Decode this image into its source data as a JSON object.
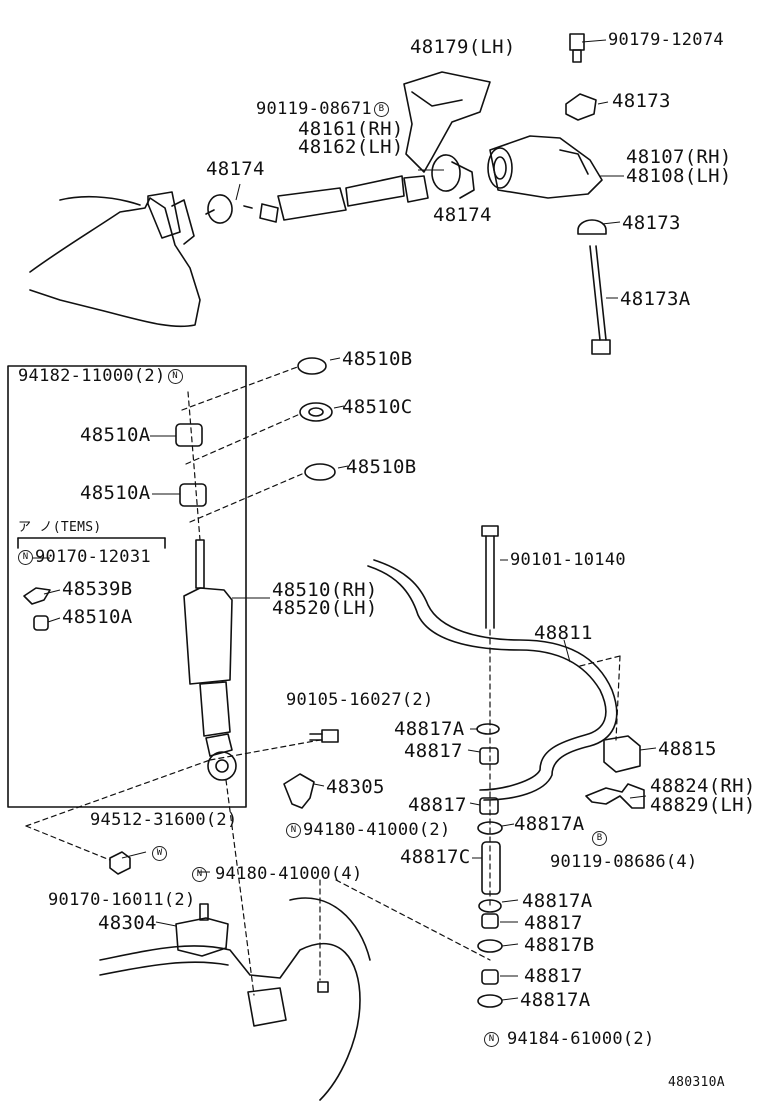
{
  "diagram_id": "480310A",
  "tems": {
    "header": "ア ノ(TEMS)"
  },
  "badges": {
    "n": "N",
    "b": "B",
    "w": "W"
  },
  "labels": {
    "p48179": "48179(LH)",
    "p90179": "90179-12074",
    "p90119a": "90119-08671",
    "p48161": "48161(RH)",
    "p48162": "48162(LH)",
    "p48173a": "48173",
    "p48107": "48107(RH)",
    "p48108": "48108(LH)",
    "p48174a": "48174",
    "p48174b": "48174",
    "p48173b": "48173",
    "p48173A": "48173A",
    "p48510B1": "48510B",
    "p94182": "94182-11000(2)",
    "p48510C": "48510C",
    "p48510A1": "48510A",
    "p48510B2": "48510B",
    "p48510A2": "48510A",
    "p90170a": "90170-12031",
    "p48539B": "48539B",
    "p48510A3": "48510A",
    "p48510": "48510(RH)",
    "p48520": "48520(LH)",
    "p90101": "90101-10140",
    "p48811": "48811",
    "p90105": "90105-16027(2)",
    "p48817A1": "48817A",
    "p48817a": "48817",
    "p48815": "48815",
    "p48305": "48305",
    "p48824": "48824(RH)",
    "p48829": "48829(LH)",
    "p48817b": "48817",
    "p48817A2": "48817A",
    "p94512": "94512-31600(2)",
    "p94180a": "94180-41000(2)",
    "p48817C": "48817C",
    "p90119b": "90119-08686(4)",
    "p94180b": "94180-41000(4)",
    "p90170b": "90170-16011(2)",
    "p48817A3": "48817A",
    "p48304": "48304",
    "p48817c": "48817",
    "p48817B": "48817B",
    "p48817d": "48817",
    "p48817A4": "48817A",
    "p94184": "94184-61000(2)"
  }
}
